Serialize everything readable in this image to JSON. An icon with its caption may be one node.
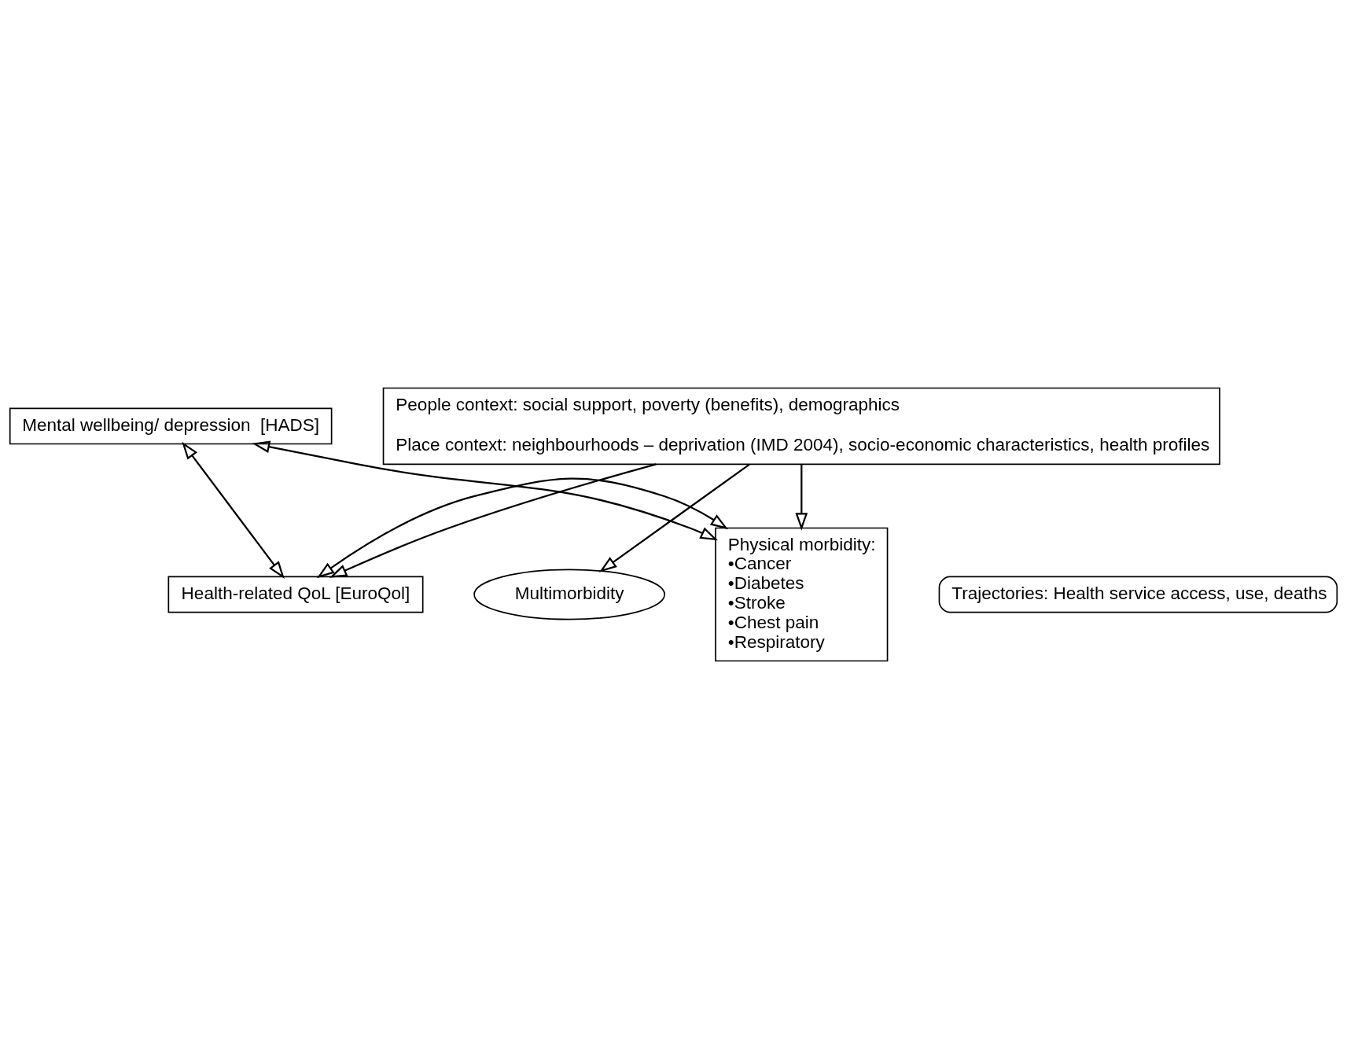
{
  "diagram": {
    "nodes": [
      {
        "text": [
          "Mental wellbeing/ depression  [HADS]"
        ]
      },
      {
        "text": [
          "Multimorbidity"
        ]
      },
      {
        "text": [
          "Health-related QoL [EuroQol]"
        ]
      },
      {
        "text": [
          "Physical morbidity:",
          "•Cancer",
          "•Diabetes",
          "•Stroke",
          "•Chest pain",
          "•Respiratory"
        ]
      },
      {
        "text": [
          "Trajectories: Health service access, use, deaths"
        ]
      },
      {
        "text": [
          "People context: social support, poverty (benefits), demographics",
          "Place context: neighbourhoods – deprivation (IMD 2004), socio-economic characteristics, health profiles"
        ]
      }
    ],
    "edges": [
      {
        "from": 2,
        "to": 0,
        "arrow": "both"
      },
      {
        "from": 0,
        "to": 3,
        "arrow": "both"
      },
      {
        "from": 2,
        "to": 3,
        "arrow": "both"
      },
      {
        "from": 5,
        "to": 2,
        "arrow": "to"
      },
      {
        "from": 5,
        "to": 1,
        "arrow": "to"
      },
      {
        "from": 5,
        "to": 3,
        "arrow": "to"
      }
    ]
  }
}
